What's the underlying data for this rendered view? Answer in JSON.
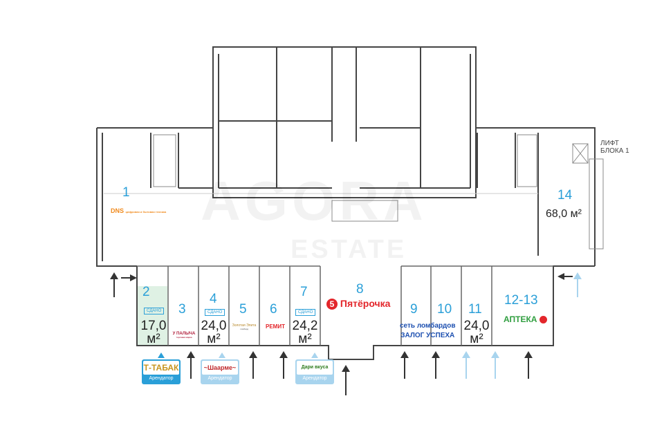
{
  "watermark": {
    "line1": "AGORA",
    "line2": "ESTATE"
  },
  "lift_label": {
    "line1": "ЛИФТ",
    "line2": "БЛОКА 1"
  },
  "units": [
    {
      "id": "1",
      "tenant": "DNS",
      "tenant_sub": "цифровая и бытовая техника"
    },
    {
      "id": "2",
      "status": "СДАНО",
      "area": "17,0",
      "unit": "м²"
    },
    {
      "id": "3",
      "tenant": "У ПАЛЫЧА",
      "tenant_sub": "торговая марка"
    },
    {
      "id": "4",
      "status": "СДАНО",
      "area": "24,0",
      "unit": "м²"
    },
    {
      "id": "5",
      "tenant": "Золотая Элита",
      "tenant_sub": "ломбард"
    },
    {
      "id": "6",
      "tenant": "РЕМИТ"
    },
    {
      "id": "7",
      "status": "СДАНО",
      "area": "24,2",
      "unit": "м²"
    },
    {
      "id": "8",
      "tenant": "Пятёрочка"
    },
    {
      "id": "9"
    },
    {
      "id": "10",
      "tenant": "сеть ломбардов",
      "tenant_sub": "ЗАЛОГ УСПЕХА"
    },
    {
      "id": "11",
      "area": "24,0",
      "unit": "м²"
    },
    {
      "id": "12-13",
      "tenant": "АПТЕКА"
    },
    {
      "id": "14",
      "area": "68,0",
      "unit": "м²"
    }
  ],
  "badges": [
    {
      "brand": "Т-ТАБАК",
      "role": "Арендатор"
    },
    {
      "brand": "~Шаарме~",
      "role": "Арендатор"
    },
    {
      "brand": "Дари вкуса",
      "role": "Арендатор"
    }
  ],
  "colors": {
    "accent": "#2a9fd8",
    "rented": "#dff1e4",
    "pyaterochka": "#e3262b",
    "apteka": "#2f9e3f",
    "dns": "#f08a1d",
    "lombard": "#1c4fb0"
  }
}
